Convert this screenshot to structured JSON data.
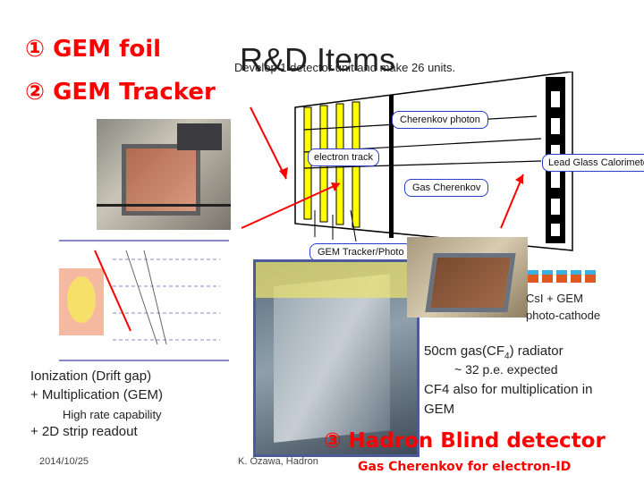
{
  "slide": {
    "title": "R&D Items",
    "subtitle": "Develop 1 detector unit and make 26 units.",
    "item1": "① GEM foil",
    "item2": "② GEM Tracker",
    "item3": "③ Hadron Blind detector",
    "item3_sub": "Gas Cherenkov for electron-ID",
    "left_text": {
      "line1": "Ionization (Drift gap)",
      "line2": "+ Multiplication (GEM)",
      "line3": "High rate capability",
      "line4": "+ 2D strip readout"
    },
    "right_text": {
      "line1_pre": "50cm gas(CF",
      "line1_sub": "4",
      "line1_post": ") radiator",
      "line2": "~ 32 p.e. expected",
      "line3": "CF4 also for multiplication in",
      "line4": "GEM"
    },
    "csi_label": {
      "line1": "CsI + GEM",
      "line2": "photo-cathode"
    },
    "footer_date": "2014/10/25",
    "footer_author": "K. Ozawa, Hadron"
  },
  "diagram": {
    "labels": {
      "cherenkov_photon": "Cherenkov photon",
      "electron_track": "electron track",
      "lead_glass": "Lead Glass Calorimeter",
      "gas_cherenkov": "Gas Cherenkov",
      "gem_tracker": "GEM Tracker/Photo"
    },
    "colors": {
      "yellow": "#ffff00",
      "arrow_red": "#ff0000",
      "label_blue": "#2a3dcc"
    }
  },
  "colors": {
    "accent_red": "#ff0000",
    "text_dark": "#222222"
  }
}
